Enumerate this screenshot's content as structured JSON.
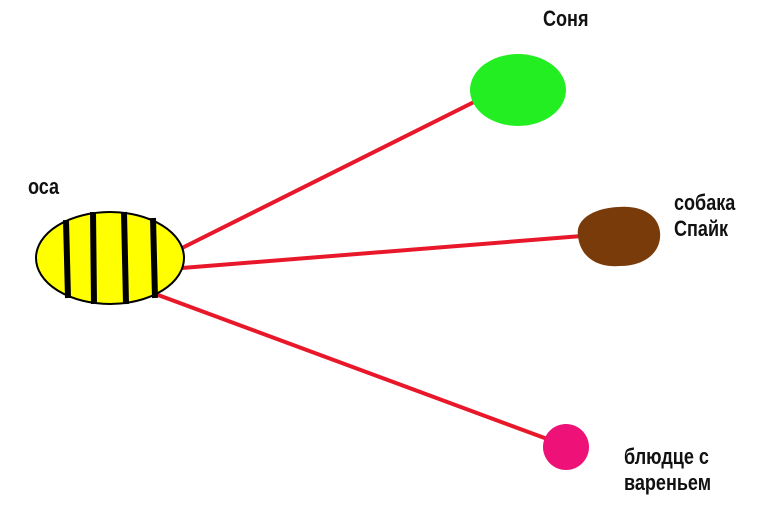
{
  "diagram": {
    "center": {
      "label": "оса",
      "fill": "#ffff00",
      "stripe_color": "#000000"
    },
    "nodes": [
      {
        "id": "green",
        "label_lines": [
          "Соня"
        ],
        "fill": "#22ee22"
      },
      {
        "id": "brown",
        "label_lines": [
          "собака",
          "Спайк"
        ],
        "fill": "#7a3b0a"
      },
      {
        "id": "pink",
        "label_lines": [
          "блюдце с",
          "вареньем"
        ],
        "fill": "#ee1177"
      }
    ],
    "edge_color": "#e8182a",
    "background": "#ffffff"
  }
}
